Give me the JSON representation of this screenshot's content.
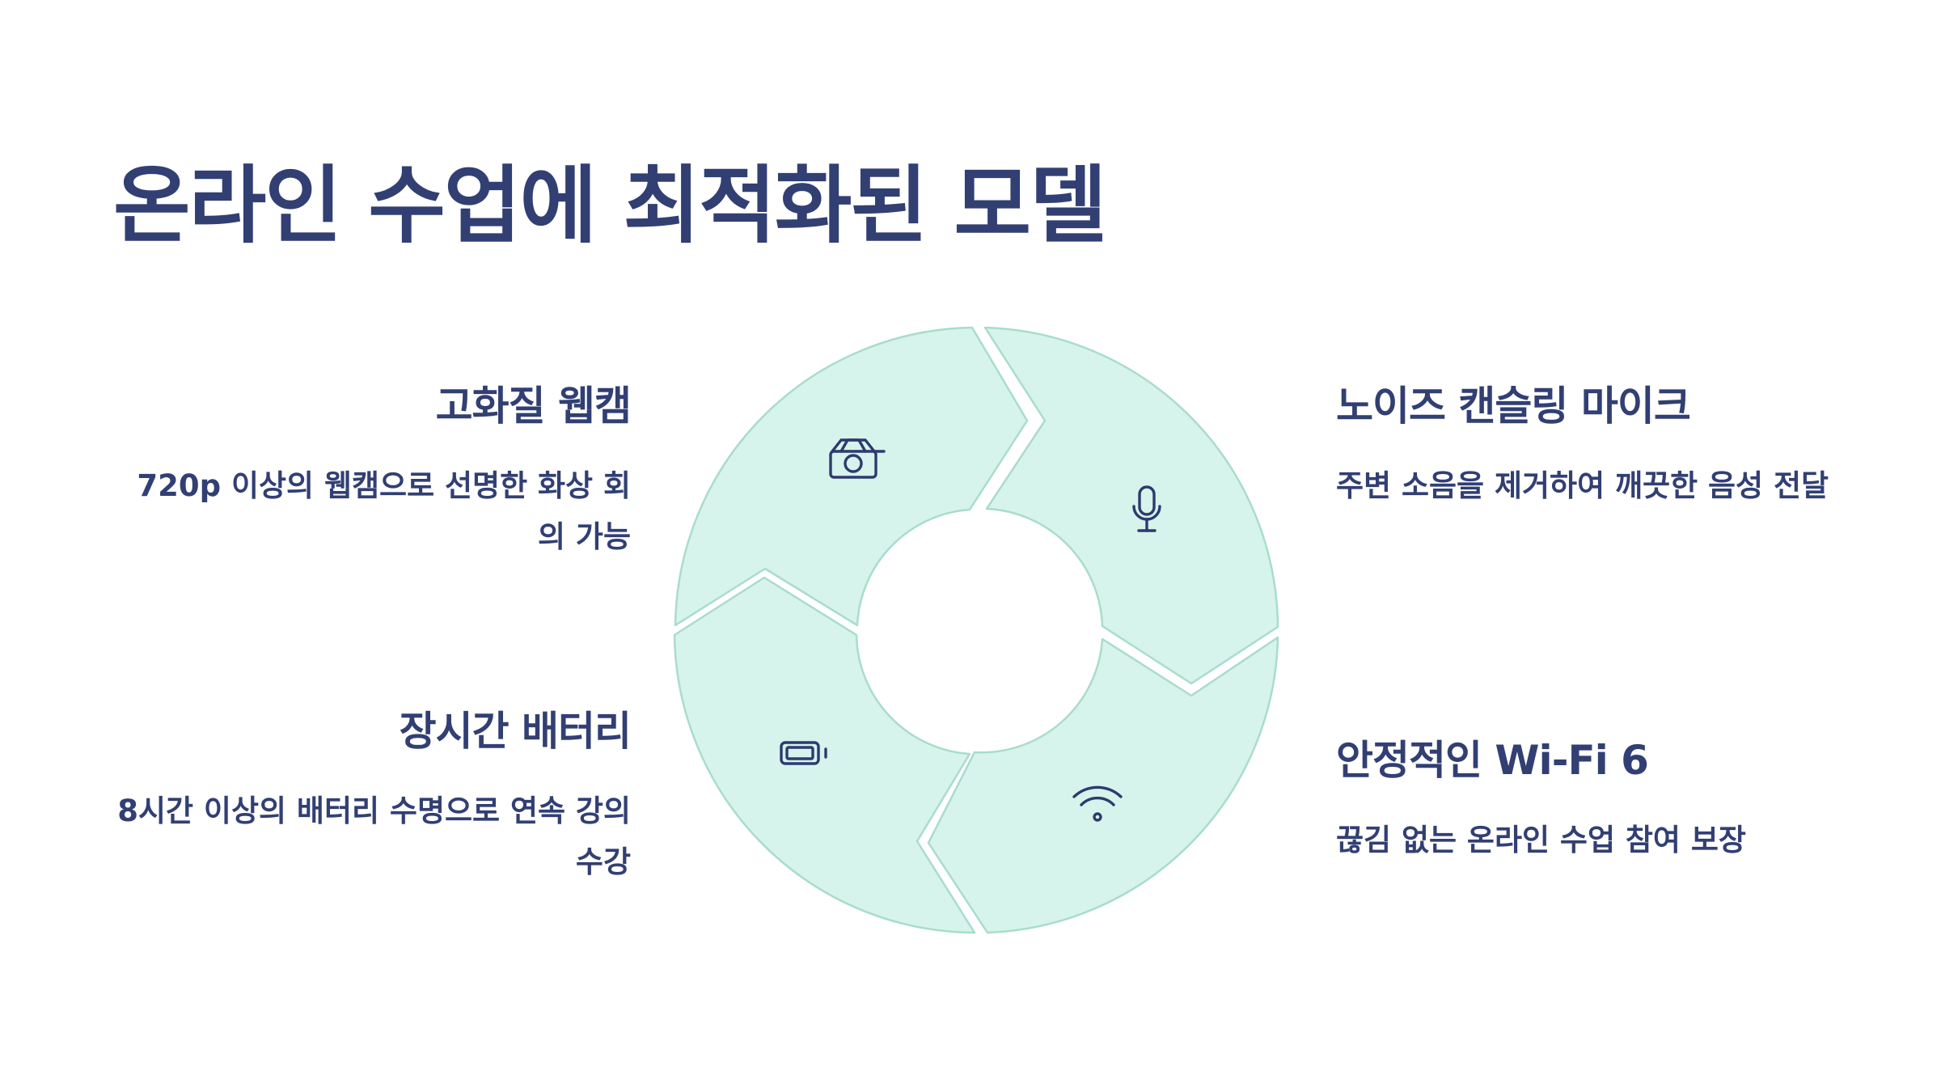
{
  "title": "온라인 수업에 최적화된 모델",
  "features": {
    "webcam": {
      "title": "고화질 웹캠",
      "desc": "720p 이상의 웹캠으로 선명한 화상 회의 가능",
      "icon": "camera-icon"
    },
    "mic": {
      "title": "노이즈 캔슬링 마이크",
      "desc": "주변 소음을 제거하여 깨끗한 음성 전달",
      "icon": "microphone-icon"
    },
    "battery": {
      "title": "장시간 배터리",
      "desc": "8시간 이상의 배터리 수명으로 연속 강의 수강",
      "icon": "battery-icon"
    },
    "wifi": {
      "title": "안정적인 Wi-Fi 6",
      "desc": "끊김 없는 온라인 수업 참여 보장",
      "icon": "wifi-icon"
    }
  },
  "colors": {
    "text": "#313f73",
    "segment_fill": "#d6f4ec",
    "segment_stroke": "#a9dccd",
    "background": "#ffffff"
  }
}
